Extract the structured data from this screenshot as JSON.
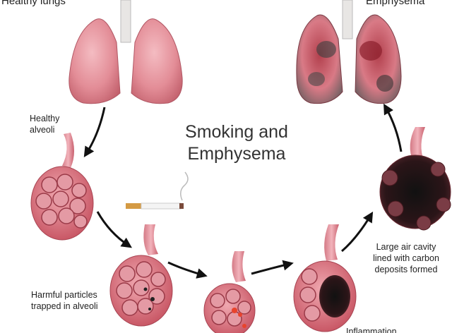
{
  "title_line1": "Smoking and",
  "title_line2": "Emphysema",
  "labels": {
    "healthy_lungs": "Healthy lungs",
    "emphysema": "Emphysema",
    "healthy_alveoli_1": "Healthy",
    "healthy_alveoli_2": "alveoli",
    "harmful_1": "Harmful particles",
    "harmful_2": "trapped in alveoli",
    "cavity_1": "Large air cavity",
    "cavity_2": "lined with carbon",
    "cavity_3": "deposits formed",
    "inflammation": "Inflammation"
  }
}
